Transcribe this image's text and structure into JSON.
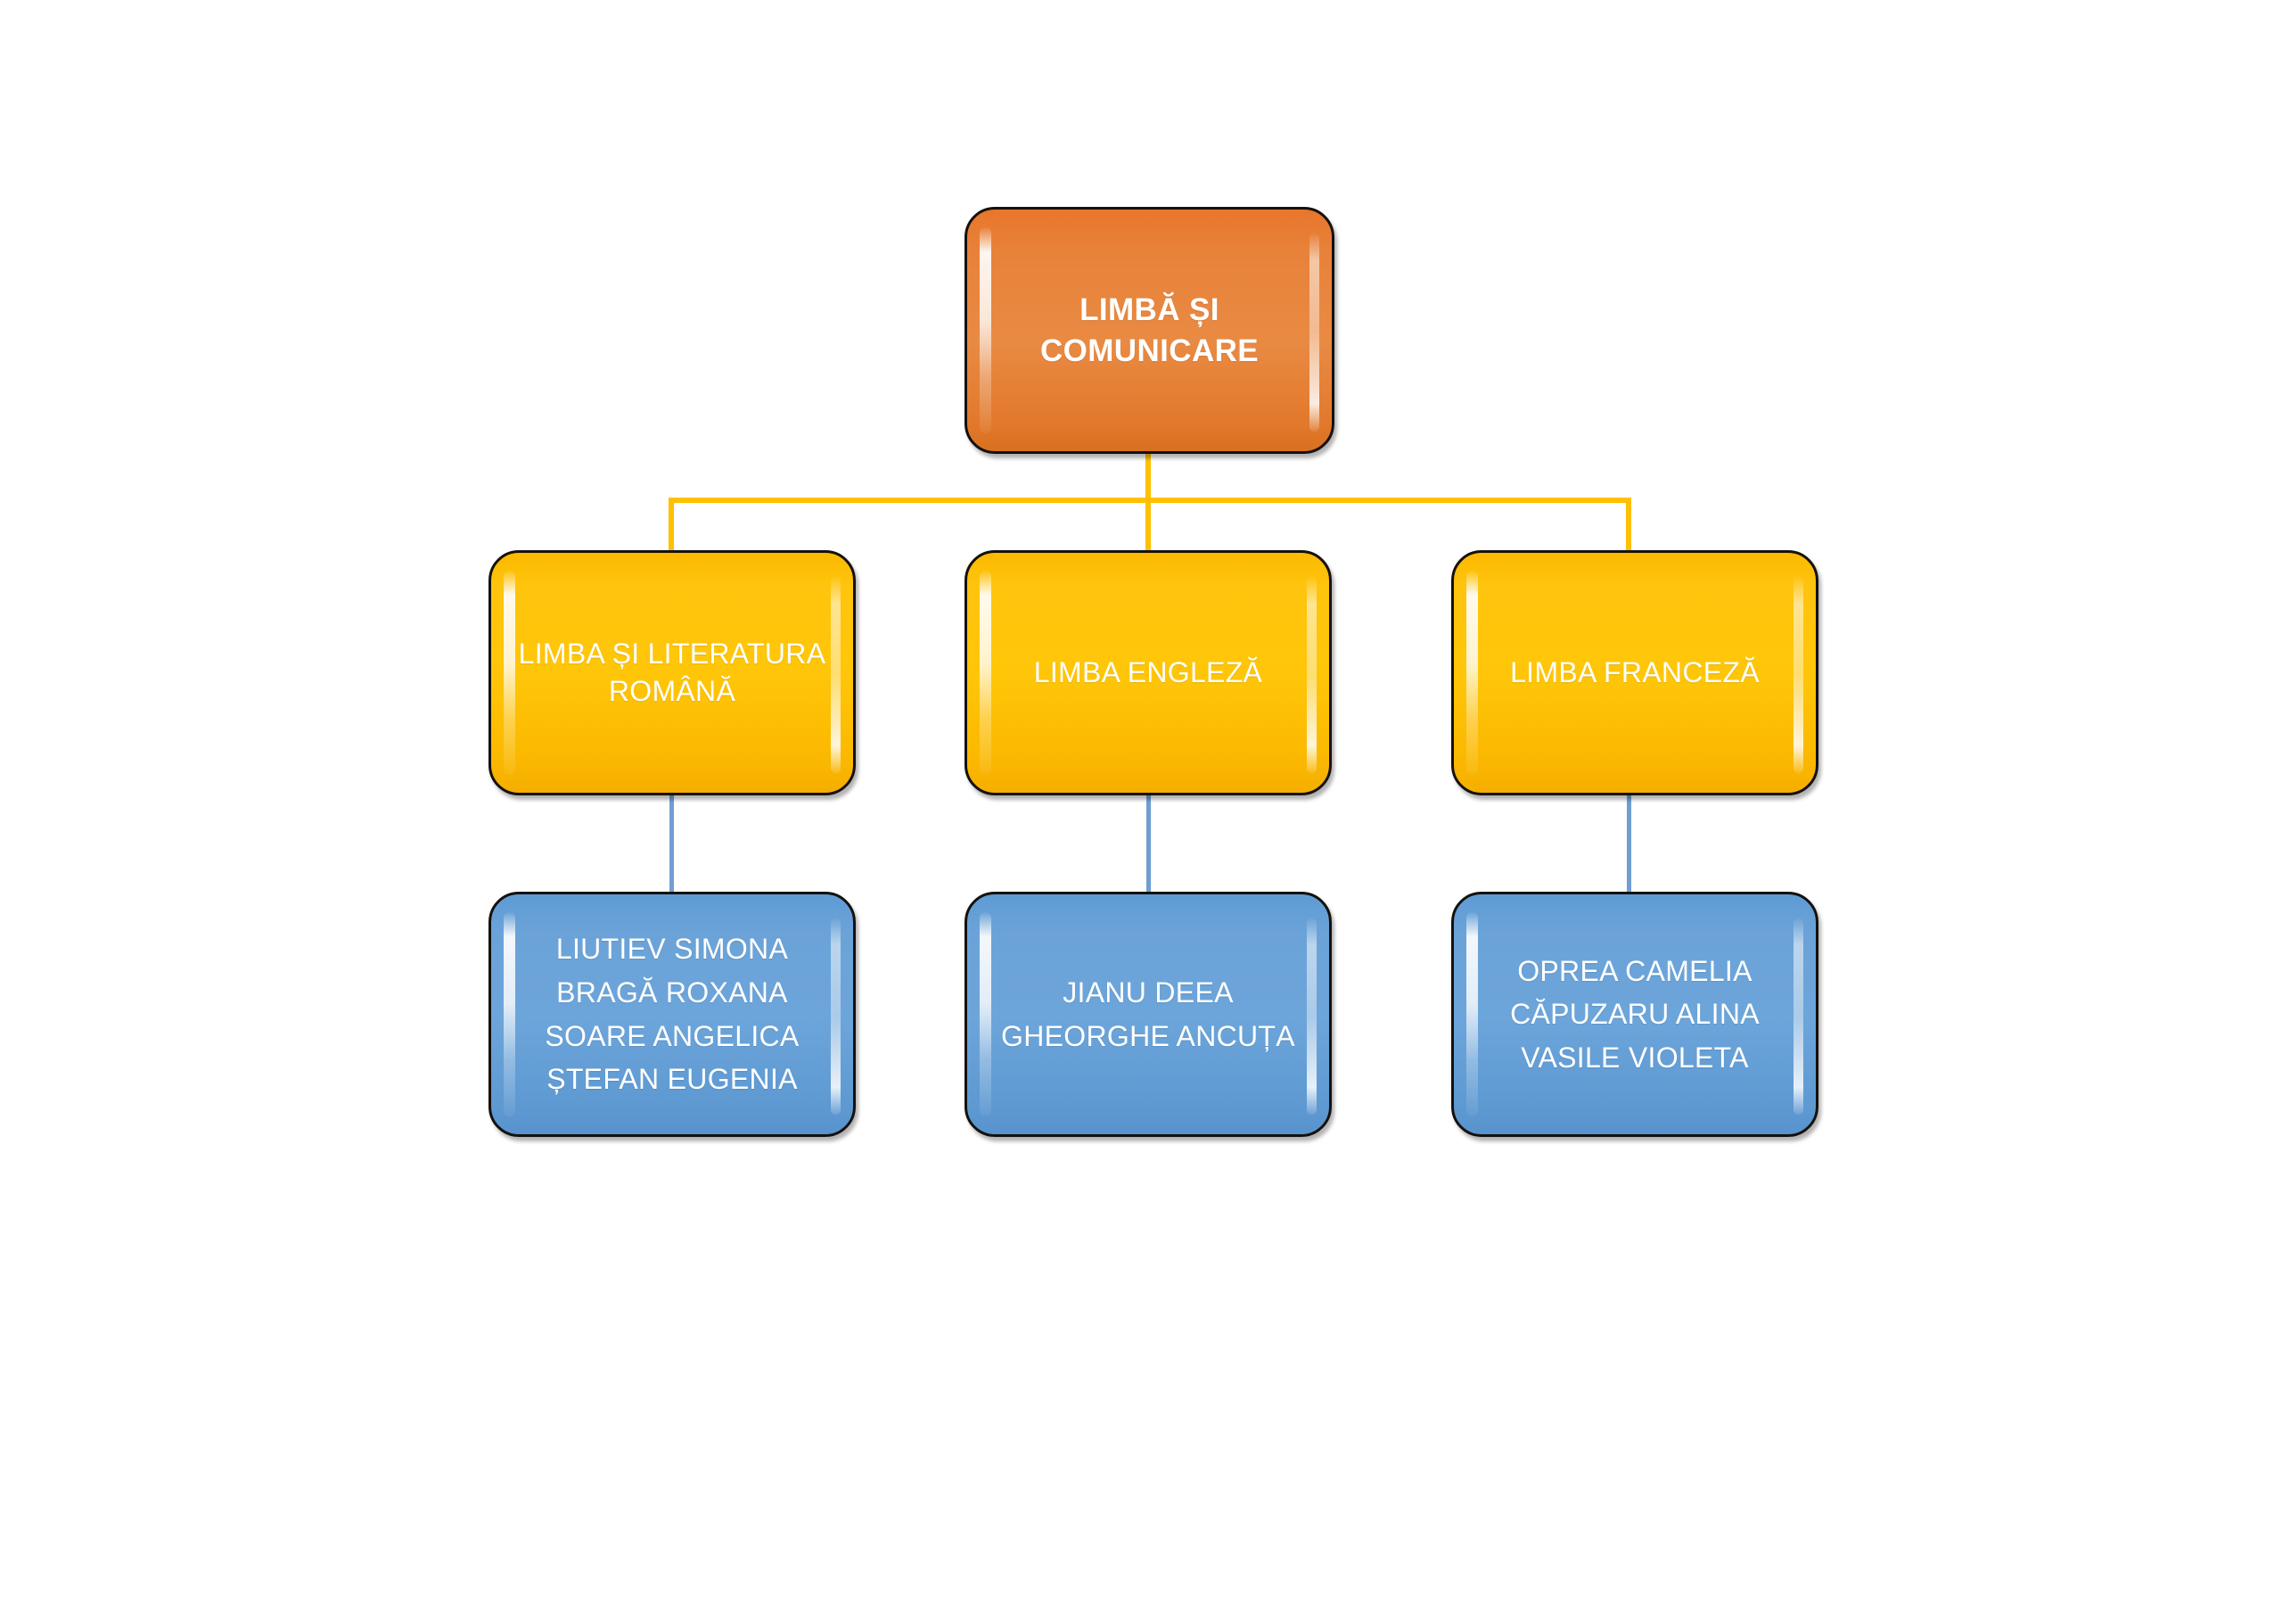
{
  "diagram": {
    "title": "LIMBĂ ȘI COMUNICARE",
    "colors": {
      "root": "#E8823A",
      "subject": "#FFC40D",
      "staff": "#6BA3D8",
      "connector_top": "#FFC000",
      "connector_bottom": "#6F9FD3",
      "border": "#15110D",
      "text": "#FFFFFF",
      "background": "#FFFFFF"
    },
    "root": {
      "line1": "LIMBĂ ȘI",
      "line2": "COMUNICARE"
    },
    "subjects": [
      {
        "id": "romana",
        "line1": "LIMBA ȘI LITERATURA",
        "line2": "ROMÂNĂ",
        "staff": [
          "LIUTIEV SIMONA",
          "BRAGĂ ROXANA",
          "SOARE ANGELICA",
          "ȘTEFAN EUGENIA"
        ]
      },
      {
        "id": "engleza",
        "line1": "LIMBA ENGLEZĂ",
        "line2": "",
        "staff": [
          "JIANU DEEA",
          "GHEORGHE ANCUȚA"
        ]
      },
      {
        "id": "franceza",
        "line1": "LIMBA FRANCEZĂ",
        "line2": "",
        "staff": [
          "OPREA CAMELIA",
          "CĂPUZARU ALINA",
          "VASILE VIOLETA"
        ]
      }
    ]
  }
}
